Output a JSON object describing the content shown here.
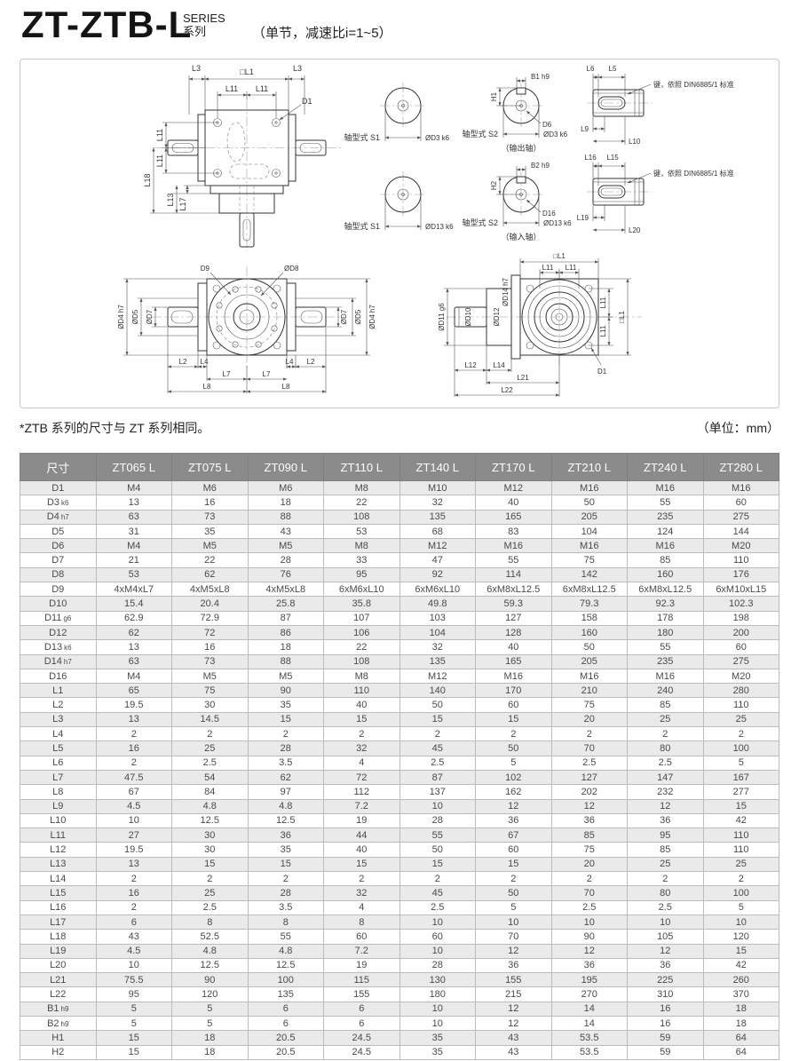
{
  "header": {
    "title": "ZT-ZTB-L",
    "series_en": "SERIES",
    "series_cn": "系列",
    "subtitle": "（单节，减速比i=1~5）"
  },
  "note": {
    "left": "*ZTB 系列的尺寸与 ZT 系列相同。",
    "right": "（单位：mm）"
  },
  "drawing": {
    "labels": {
      "l1sq": "□L1",
      "l2": "L2",
      "l3": "L3",
      "l4": "L4",
      "l5": "L5",
      "l6": "L6",
      "l7": "L7",
      "l8": "L8",
      "l9": "L9",
      "l10": "L10",
      "l11": "L11",
      "l12": "L12",
      "l13": "L13",
      "l14": "L14",
      "l15": "L15",
      "l16": "L16",
      "l17": "L17",
      "l18": "L18",
      "l19": "L19",
      "l20": "L20",
      "l21": "L21",
      "l22": "L22",
      "d1": "D1",
      "d6": "D6",
      "d9": "D9",
      "d16": "D16",
      "b1": "B1 h9",
      "b2": "B2 h9",
      "h1": "H1",
      "h2": "H2",
      "dd3": "ØD3 k6",
      "dd13": "ØD13 k6",
      "dd4": "ØD4 h7",
      "dd5": "ØD5",
      "dd7": "ØD7",
      "dd8": "ØD8",
      "dd10": "ØD10",
      "dd11": "ØD11 g6",
      "dd12": "ØD12",
      "dd14": "ØD14 h7",
      "s1": "轴型式 S1",
      "s2": "轴型式 S2",
      "out_shaft": "（输出轴）",
      "in_shaft": "（输入轴）",
      "key_note": "键，依照 DIN6885/1 标准"
    }
  },
  "table": {
    "columns": [
      "尺寸",
      "ZT065 L",
      "ZT075 L",
      "ZT090 L",
      "ZT110 L",
      "ZT140 L",
      "ZT170 L",
      "ZT210 L",
      "ZT240 L",
      "ZT280 L"
    ],
    "rows": [
      {
        "label": "D1",
        "tol": "",
        "values": [
          "M4",
          "M6",
          "M6",
          "M8",
          "M10",
          "M12",
          "M16",
          "M16",
          "M16"
        ]
      },
      {
        "label": "D3",
        "tol": "k6",
        "values": [
          "13",
          "16",
          "18",
          "22",
          "32",
          "40",
          "50",
          "55",
          "60"
        ]
      },
      {
        "label": "D4",
        "tol": "h7",
        "values": [
          "63",
          "73",
          "88",
          "108",
          "135",
          "165",
          "205",
          "235",
          "275"
        ]
      },
      {
        "label": "D5",
        "tol": "",
        "values": [
          "31",
          "35",
          "43",
          "53",
          "68",
          "83",
          "104",
          "124",
          "144"
        ]
      },
      {
        "label": "D6",
        "tol": "",
        "values": [
          "M4",
          "M5",
          "M5",
          "M8",
          "M12",
          "M16",
          "M16",
          "M16",
          "M20"
        ]
      },
      {
        "label": "D7",
        "tol": "",
        "values": [
          "21",
          "22",
          "28",
          "33",
          "47",
          "55",
          "75",
          "85",
          "110"
        ]
      },
      {
        "label": "D8",
        "tol": "",
        "values": [
          "53",
          "62",
          "76",
          "95",
          "92",
          "114",
          "142",
          "160",
          "176"
        ]
      },
      {
        "label": "D9",
        "tol": "",
        "values": [
          "4xM4xL7",
          "4xM5xL8",
          "4xM5xL8",
          "6xM6xL10",
          "6xM6xL10",
          "6xM8xL12.5",
          "6xM8xL12.5",
          "6xM8xL12.5",
          "6xM10xL15"
        ]
      },
      {
        "label": "D10",
        "tol": "",
        "values": [
          "15.4",
          "20.4",
          "25.8",
          "35.8",
          "49.8",
          "59.3",
          "79.3",
          "92.3",
          "102.3"
        ]
      },
      {
        "label": "D11",
        "tol": "g6",
        "values": [
          "62.9",
          "72.9",
          "87",
          "107",
          "103",
          "127",
          "158",
          "178",
          "198"
        ]
      },
      {
        "label": "D12",
        "tol": "",
        "values": [
          "62",
          "72",
          "86",
          "106",
          "104",
          "128",
          "160",
          "180",
          "200"
        ]
      },
      {
        "label": "D13",
        "tol": "k6",
        "values": [
          "13",
          "16",
          "18",
          "22",
          "32",
          "40",
          "50",
          "55",
          "60"
        ]
      },
      {
        "label": "D14",
        "tol": "h7",
        "values": [
          "63",
          "73",
          "88",
          "108",
          "135",
          "165",
          "205",
          "235",
          "275"
        ]
      },
      {
        "label": "D16",
        "tol": "",
        "values": [
          "M4",
          "M5",
          "M5",
          "M8",
          "M12",
          "M16",
          "M16",
          "M16",
          "M20"
        ]
      },
      {
        "label": "L1",
        "tol": "",
        "values": [
          "65",
          "75",
          "90",
          "110",
          "140",
          "170",
          "210",
          "240",
          "280"
        ]
      },
      {
        "label": "L2",
        "tol": "",
        "values": [
          "19.5",
          "30",
          "35",
          "40",
          "50",
          "60",
          "75",
          "85",
          "110"
        ]
      },
      {
        "label": "L3",
        "tol": "",
        "values": [
          "13",
          "14.5",
          "15",
          "15",
          "15",
          "15",
          "20",
          "25",
          "25"
        ]
      },
      {
        "label": "L4",
        "tol": "",
        "values": [
          "2",
          "2",
          "2",
          "2",
          "2",
          "2",
          "2",
          "2",
          "2"
        ]
      },
      {
        "label": "L5",
        "tol": "",
        "values": [
          "16",
          "25",
          "28",
          "32",
          "45",
          "50",
          "70",
          "80",
          "100"
        ]
      },
      {
        "label": "L6",
        "tol": "",
        "values": [
          "2",
          "2.5",
          "3.5",
          "4",
          "2.5",
          "5",
          "2.5",
          "2.5",
          "5"
        ]
      },
      {
        "label": "L7",
        "tol": "",
        "values": [
          "47.5",
          "54",
          "62",
          "72",
          "87",
          "102",
          "127",
          "147",
          "167"
        ]
      },
      {
        "label": "L8",
        "tol": "",
        "values": [
          "67",
          "84",
          "97",
          "112",
          "137",
          "162",
          "202",
          "232",
          "277"
        ]
      },
      {
        "label": "L9",
        "tol": "",
        "values": [
          "4.5",
          "4.8",
          "4.8",
          "7.2",
          "10",
          "12",
          "12",
          "12",
          "15"
        ]
      },
      {
        "label": "L10",
        "tol": "",
        "values": [
          "10",
          "12.5",
          "12.5",
          "19",
          "28",
          "36",
          "36",
          "36",
          "42"
        ]
      },
      {
        "label": "L11",
        "tol": "",
        "values": [
          "27",
          "30",
          "36",
          "44",
          "55",
          "67",
          "85",
          "95",
          "110"
        ]
      },
      {
        "label": "L12",
        "tol": "",
        "values": [
          "19.5",
          "30",
          "35",
          "40",
          "50",
          "60",
          "75",
          "85",
          "110"
        ]
      },
      {
        "label": "L13",
        "tol": "",
        "values": [
          "13",
          "15",
          "15",
          "15",
          "15",
          "15",
          "20",
          "25",
          "25"
        ]
      },
      {
        "label": "L14",
        "tol": "",
        "values": [
          "2",
          "2",
          "2",
          "2",
          "2",
          "2",
          "2",
          "2",
          "2"
        ]
      },
      {
        "label": "L15",
        "tol": "",
        "values": [
          "16",
          "25",
          "28",
          "32",
          "45",
          "50",
          "70",
          "80",
          "100"
        ]
      },
      {
        "label": "L16",
        "tol": "",
        "values": [
          "2",
          "2.5",
          "3.5",
          "4",
          "2.5",
          "5",
          "2.5",
          "2.5",
          "5"
        ]
      },
      {
        "label": "L17",
        "tol": "",
        "values": [
          "6",
          "8",
          "8",
          "8",
          "10",
          "10",
          "10",
          "10",
          "10"
        ]
      },
      {
        "label": "L18",
        "tol": "",
        "values": [
          "43",
          "52.5",
          "55",
          "60",
          "60",
          "70",
          "90",
          "105",
          "120"
        ]
      },
      {
        "label": "L19",
        "tol": "",
        "values": [
          "4.5",
          "4.8",
          "4.8",
          "7.2",
          "10",
          "12",
          "12",
          "12",
          "15"
        ]
      },
      {
        "label": "L20",
        "tol": "",
        "values": [
          "10",
          "12.5",
          "12.5",
          "19",
          "28",
          "36",
          "36",
          "36",
          "42"
        ]
      },
      {
        "label": "L21",
        "tol": "",
        "values": [
          "75.5",
          "90",
          "100",
          "115",
          "130",
          "155",
          "195",
          "225",
          "260"
        ]
      },
      {
        "label": "L22",
        "tol": "",
        "values": [
          "95",
          "120",
          "135",
          "155",
          "180",
          "215",
          "270",
          "310",
          "370"
        ]
      },
      {
        "label": "B1",
        "tol": "h9",
        "values": [
          "5",
          "5",
          "6",
          "6",
          "10",
          "12",
          "14",
          "16",
          "18"
        ]
      },
      {
        "label": "B2",
        "tol": "h9",
        "values": [
          "5",
          "5",
          "6",
          "6",
          "10",
          "12",
          "14",
          "16",
          "18"
        ]
      },
      {
        "label": "H1",
        "tol": "",
        "values": [
          "15",
          "18",
          "20.5",
          "24.5",
          "35",
          "43",
          "53.5",
          "59",
          "64"
        ]
      },
      {
        "label": "H2",
        "tol": "",
        "values": [
          "15",
          "18",
          "20.5",
          "24.5",
          "35",
          "43",
          "53.5",
          "59",
          "64"
        ]
      }
    ]
  }
}
